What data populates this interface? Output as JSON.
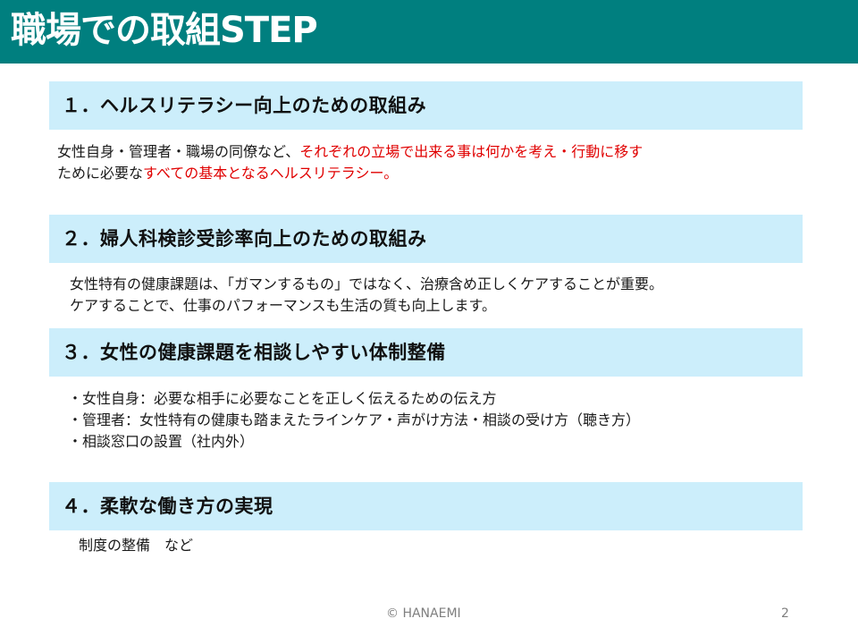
{
  "slide": {
    "title": "職場での取組STEP",
    "colors": {
      "title_bar": "#007F7F",
      "section_bar": "#CCEEFB",
      "emphasis_red": "#E00000",
      "footer_gray": "#7F7F7F"
    }
  },
  "sections": [
    {
      "heading": "１．ヘルスリテラシー向上のための取組み",
      "lines": [
        {
          "black": "女性自身・管理者・職場の同僚など、",
          "red": "それぞれの立場で出来る事は何かを考え・行動に移す"
        },
        {
          "black": "ために必要な",
          "red": "すべての基本となるヘルスリテラシー。"
        }
      ]
    },
    {
      "heading": "２．婦人科検診受診率向上のための取組み",
      "lines": [
        "女性特有の健康課題は、「ガマンするもの」ではなく、治療含め正しくケアすることが重要。",
        "ケアすることで、仕事のパフォーマンスも生活の質も向上します。"
      ]
    },
    {
      "heading": "３．女性の健康課題を相談しやすい体制整備",
      "lines": [
        "・女性自身：必要な相手に必要なことを正しく伝えるための伝え方",
        "・管理者：女性特有の健康も踏まえたラインケア・声がけ方法・相談の受け方（聴き方）",
        "・相談窓口の設置（社内外）"
      ]
    },
    {
      "heading": "４．柔軟な働き方の実現",
      "lines": [
        "制度の整備　など"
      ]
    }
  ],
  "footer": {
    "copyright": "© HANAEMI",
    "page_number": "2"
  }
}
